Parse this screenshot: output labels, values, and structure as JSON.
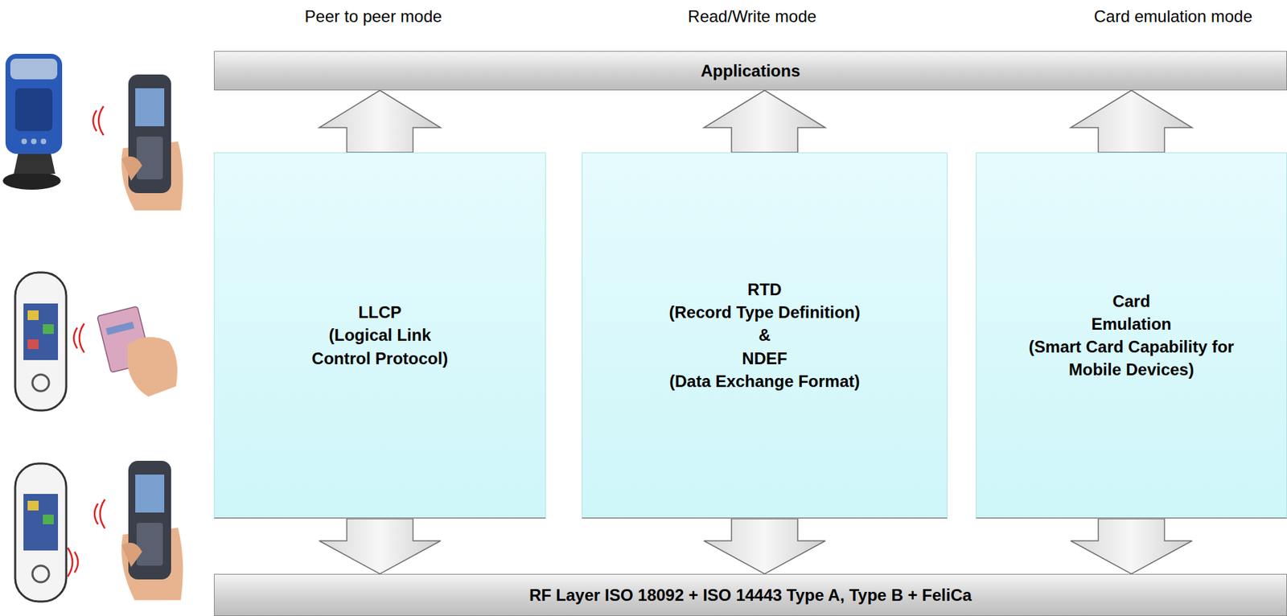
{
  "diagram": {
    "nodes": [
      {
        "text": [
          "Applications"
        ]
      },
      {
        "text": [
          "LLCP",
          "(Logical Link Control Protocol)"
        ]
      },
      {
        "text": [
          "RTD",
          "(Record Type Definition)",
          "&",
          "NDEF",
          "(Data Exchange Format)"
        ]
      },
      {
        "text": [
          "Card Emulation",
          "(Smart Card Capability for Mobile Devices)"
        ]
      },
      {
        "text": [
          "RF Layer ISO 18092 + ISO 14443 Type A, Type B + FeliCa"
        ]
      }
    ],
    "edges": [
      {
        "from": 1,
        "to": 0,
        "arrow": "to"
      },
      {
        "from": 2,
        "to": 0,
        "arrow": "to"
      },
      {
        "from": 3,
        "to": 0,
        "arrow": "to"
      },
      {
        "from": 1,
        "to": 4,
        "arrow": "to"
      },
      {
        "from": 2,
        "to": 4,
        "arrow": "to"
      },
      {
        "from": 3,
        "to": 4,
        "arrow": "to"
      }
    ],
    "labels": [
      "Peer to peer mode",
      "Read/Write mode",
      "Card emulation mode"
    ]
  }
}
